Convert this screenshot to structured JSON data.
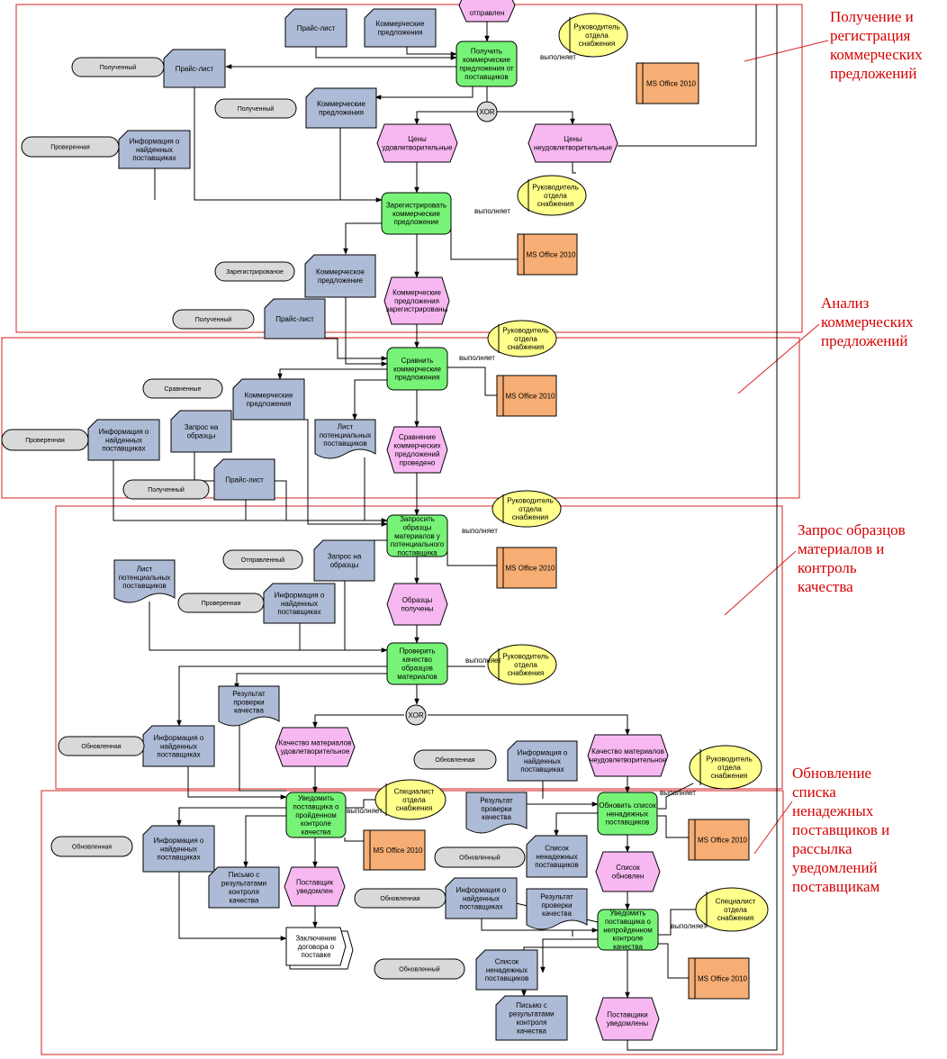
{
  "colors": {
    "func": "#77f477",
    "event": "#f7b8f2",
    "doc": "#aebbd6",
    "state": "#d9d9d9",
    "role": "#ffff8c",
    "app": "#f6ae74",
    "frame": "#d62020",
    "note": "#d60000"
  },
  "section_notes": [
    "Получение и\nрегистрация\nкоммерческих\nпредложений",
    "Анализ\nкоммерческих\nпредложений",
    "Запрос образцов\nматериалов и\nконтроль\nкачества",
    "Обновление\nсписка\nненадежных\nпоставщиков и\nрассылка\nуведомлений\nпоставщикам"
  ],
  "functions": [
    "Получить\nкоммерческие\nпредложения от\nпоставщиков",
    "Зарегистрировать\nкоммерческие\nпредложение",
    "Сравнить\nкоммерческие\nпредложения",
    "Запросить\nобразцы\nматериалов у\nпотенциального\nпоставщика",
    "Проверить\nкачество\nобразцов\nматериалов",
    "Уведомить\nпоставщика о\nпройденном\nконтроле\nкачества",
    "Обновить список\nненадежных\nпоставщиков",
    "Уведомить\nпоставщика о\nнепройденном\nконтроле\nкачества"
  ],
  "events": [
    "отправлен",
    "Цены\nудовлетворительные",
    "Цены\nнеудовлетворительные",
    "Коммерческие\nпредложения\nзарегистрированы",
    "Сравнение\nкоммерческих\nпредложений\nпроведено",
    "Образцы\nполучены",
    "Качество материалов\nудовлетворительное",
    "Качество материалов\nнеудовлетворительное",
    "Поставщик\nуведомлен",
    "Список\nобновлен",
    "Поставщики\nуведомлены"
  ],
  "documents": [
    "Прайс-лист",
    "Коммерческие\nпредложения",
    "Прайс-лист",
    "Коммерческие\nпредложения",
    "Информация о\nнайденных\nпоставщиках",
    "Коммерческое\nпредложение",
    "Прайс-лист",
    "Коммерческие\nпредложения",
    "Запрос на\nобразцы",
    "Информация о\nнайденных\nпоставщиках",
    "Прайс-лист",
    "Лист\nпотенциальных\nпоставщиков",
    "Запрос на\nобразцы",
    "Лист\nпотенциальных\nпоставщиков",
    "Информация о\nнайденных\nпоставщиках",
    "Результат\nпроверки\nкачества",
    "Информация о\nнайденных\nпоставщиках",
    "Информация о\nнайденных\nпоставщиках",
    "Результат\nпроверки\nкачества",
    "Информация о\nнайденных\nпоставщиках",
    "Письмо с\nрезультатами\nконтроля\nкачества",
    "Список\nненадежных\nпоставщиков",
    "Информация о\nнайденных\nпоставщиках",
    "Результат\nпроверки\nкачества",
    "Список\nненадежных\nпоставщиков",
    "Письмо с\nрезультатами\nконтроля\nкачества",
    "Заключение\nдоговора о\nпоставке"
  ],
  "states": [
    "Полученный",
    "Полученный",
    "Проверенная",
    "Зарегистрированое",
    "Полученный",
    "Сравненные",
    "Проверенная",
    "Полученный",
    "Отправленный",
    "Проверенная",
    "Обновленная",
    "Обновленная",
    "Обновленная",
    "Обновленный",
    "Обновленная",
    "Обновленный"
  ],
  "roles": [
    "Руководитель\nотдела\nснабжения",
    "Руководитель\nотдела\nснабжения",
    "Руководитель\nотдела\nснабжения",
    "Руководитель\nотдела\nснабжения",
    "Руководитель\nотдела\nснабжения",
    "Специалист\nотдела\nснабжения",
    "Руководитель\nотдела\nснабжения",
    "Специалист\nотдела\nснабжения"
  ],
  "apps": [
    "MS Office 2010",
    "MS Office 2010",
    "MS Office 2010",
    "MS Office 2010",
    "MS Office 2010",
    "MS Office 2010",
    "MS Office 2010"
  ],
  "performs_label": "выполняет",
  "xor_label": "XOR"
}
